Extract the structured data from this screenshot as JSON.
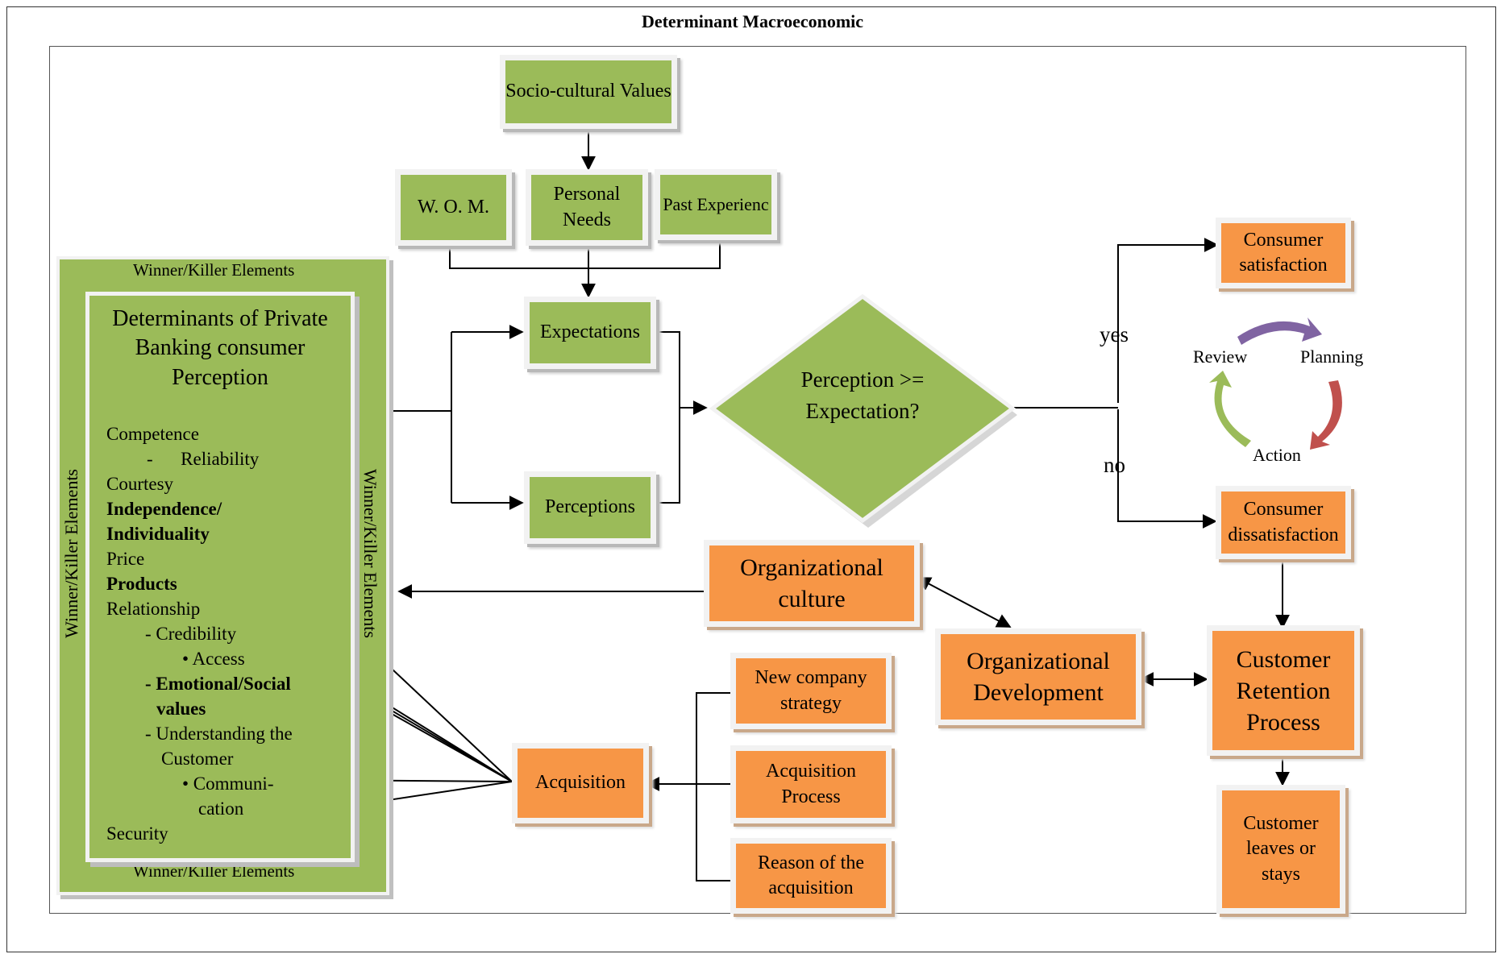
{
  "title": "Determinant Macroeconomic",
  "boxes": {
    "socio": "Socio-cultural Values",
    "wom": "W. O. M.",
    "needs": "Personal Needs",
    "past": "Past Experienc",
    "expectations": "Expectations",
    "perceptions": "Perceptions",
    "decision": "Perception >= Expectation?",
    "satisfaction": "Consumer satisfaction",
    "dissatisfaction": "Consumer dissatisfaction",
    "org_culture": "Organizational culture",
    "org_development": "Organizational Development",
    "retention": "Customer Retention Process",
    "leaves": "Customer leaves or stays",
    "acquisition": "Acquisition",
    "new_strategy": "New company strategy",
    "acq_process": "Acquisition Process",
    "reason": "Reason of the acquisition"
  },
  "branches": {
    "yes": "yes",
    "no": "no"
  },
  "cycle": {
    "review": "Review",
    "planning": "Planning",
    "action": "Action"
  },
  "winner_panel": {
    "band_label": "Winner/Killer Elements",
    "heading": "Determinants of Private Banking consumer Perception",
    "items": {
      "competence": "Competence",
      "reliability": "-      Reliability",
      "courtesy": "Courtesy",
      "independence_1": "Independence/",
      "independence_2": "Individuality",
      "price": "Price",
      "products": "Products",
      "relationship": "Relationship",
      "credibility": "- Credibility",
      "access": "• Access",
      "emotional_1": "- Emotional/Social",
      "emotional_2": "values",
      "understanding_1": "- Understanding the",
      "understanding_2": "Customer",
      "communi_1": "• Communi-",
      "communi_2": "cation",
      "security": "Security"
    }
  },
  "colors": {
    "green": "#9bbb59",
    "orange": "#f79646",
    "cycle_purple": "#8064a2",
    "cycle_red": "#c0504d",
    "cycle_green": "#9bbb59"
  }
}
